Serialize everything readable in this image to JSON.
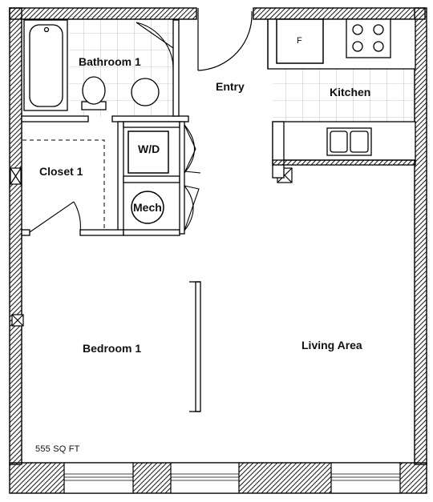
{
  "plan": {
    "rooms": {
      "bathroom": "Bathroom 1",
      "entry": "Entry",
      "kitchen": "Kitchen",
      "fridge": "F",
      "closet": "Closet 1",
      "laundry": "W/D",
      "mech": "Mech",
      "bedroom": "Bedroom 1",
      "living": "Living Area"
    },
    "area": "555 SQ FT"
  }
}
